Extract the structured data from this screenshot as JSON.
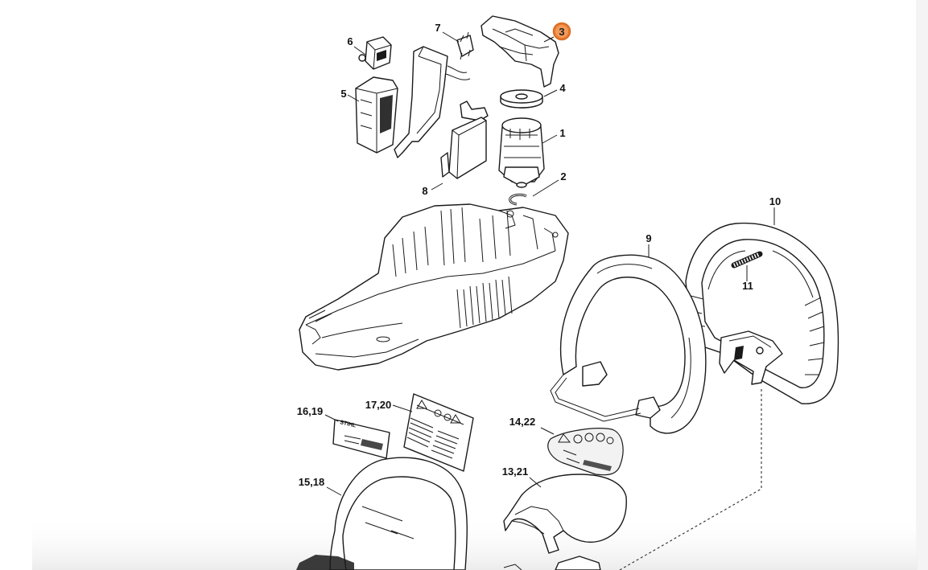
{
  "highlight": {
    "label": "3",
    "color": "#e8772e"
  },
  "callouts": [
    {
      "id": "callout-6",
      "text": "6"
    },
    {
      "id": "callout-7",
      "text": "7"
    },
    {
      "id": "callout-5",
      "text": "5"
    },
    {
      "id": "callout-4",
      "text": "4"
    },
    {
      "id": "callout-1",
      "text": "1"
    },
    {
      "id": "callout-2",
      "text": "2"
    },
    {
      "id": "callout-8",
      "text": "8"
    },
    {
      "id": "callout-10",
      "text": "10"
    },
    {
      "id": "callout-9",
      "text": "9"
    },
    {
      "id": "callout-11",
      "text": "11"
    },
    {
      "id": "callout-16-19",
      "text": "16,19"
    },
    {
      "id": "callout-17-20",
      "text": "17,20"
    },
    {
      "id": "callout-14-22",
      "text": "14,22"
    },
    {
      "id": "callout-15-18",
      "text": "15,18"
    },
    {
      "id": "callout-13-21",
      "text": "13,21"
    }
  ],
  "stickers": {
    "brand": "STIHL"
  }
}
